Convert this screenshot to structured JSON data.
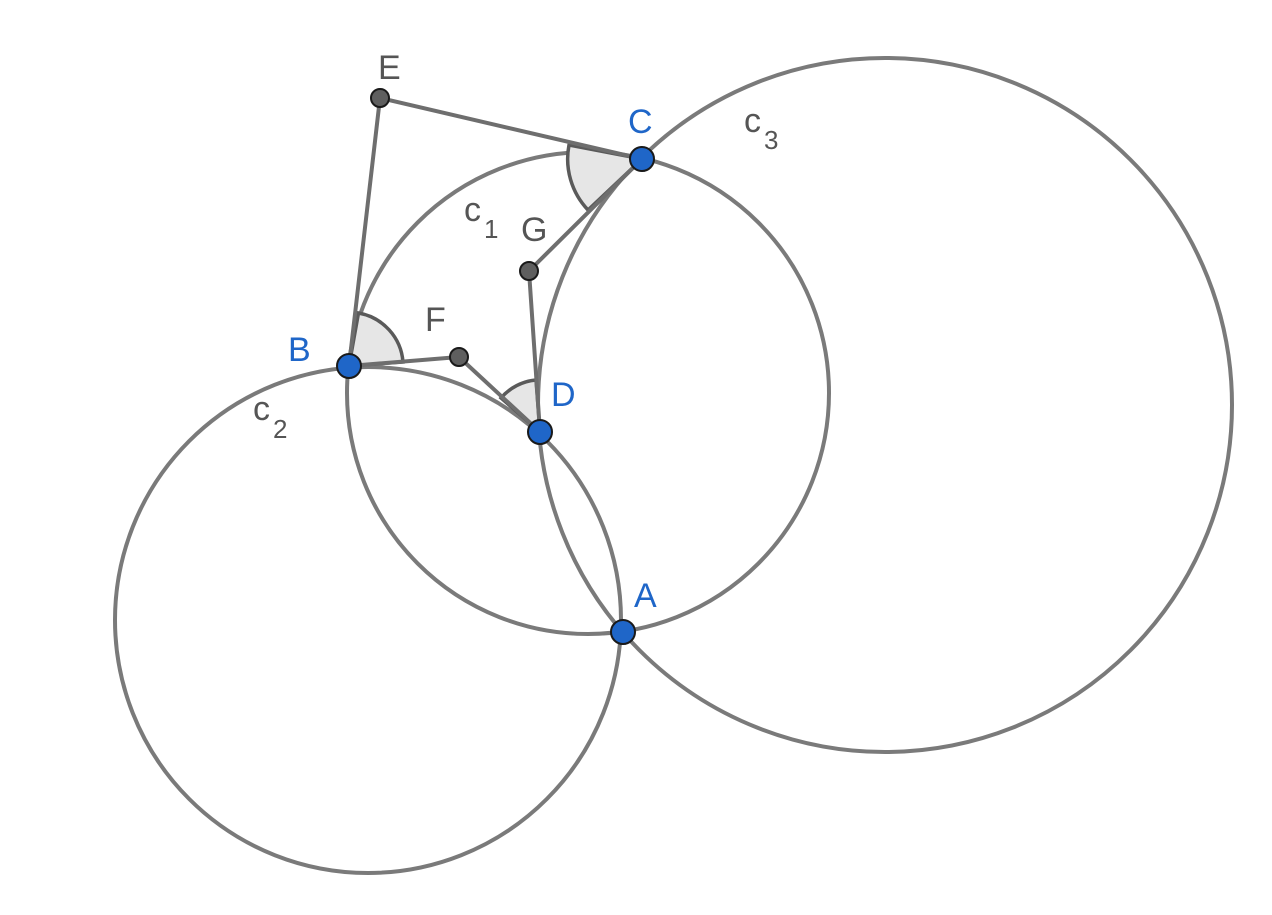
{
  "diagram": {
    "points": {
      "A": {
        "label": "A",
        "color": "#1f66c8"
      },
      "B": {
        "label": "B",
        "color": "#1f66c8"
      },
      "C": {
        "label": "C",
        "color": "#1f66c8"
      },
      "D": {
        "label": "D",
        "color": "#1f66c8"
      },
      "E": {
        "label": "E",
        "color": "#555555"
      },
      "F": {
        "label": "F",
        "color": "#555555"
      },
      "G": {
        "label": "G",
        "color": "#555555"
      }
    },
    "circles": {
      "c1": {
        "letter": "c",
        "index": "1"
      },
      "c2": {
        "letter": "c",
        "index": "2"
      },
      "c3": {
        "letter": "c",
        "index": "3"
      }
    },
    "segments": [
      "BE",
      "EC",
      "BF",
      "FD",
      "DG",
      "GC"
    ],
    "angles": [
      "EBF",
      "FDG",
      "GCE"
    ],
    "colors": {
      "free_point": "#1f66c8",
      "dependent_point": "#5f5f5f",
      "circle_stroke": "#7a7a7a",
      "angle_fill": "#e6e6e6"
    }
  }
}
